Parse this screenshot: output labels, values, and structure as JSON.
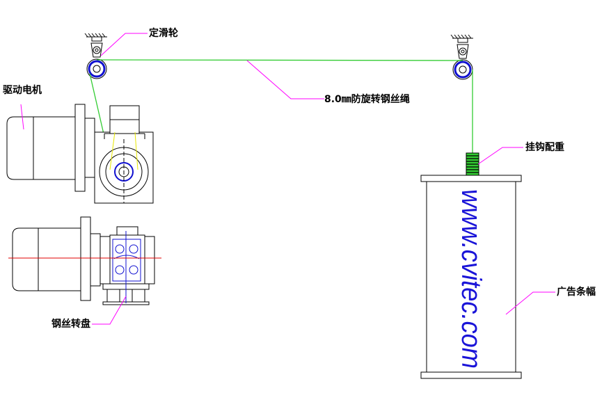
{
  "labels": {
    "fixed_pulley": "定滑轮",
    "drive_motor": "驱动电机",
    "wire_rope": "8.0㎜防旋转钢丝绳",
    "hook_weight": "挂钩配重",
    "wire_turntable": "钢丝转盘",
    "ad_banner": "广告条幅"
  },
  "banner_text": "www.cvitec.com",
  "colors": {
    "line": "#000000",
    "rope": "#33cc33",
    "leader": "#ff00ff",
    "pulley_ring": "#1010d0",
    "centerline": "#e00000",
    "belt": "#e8e800",
    "watermark": "#1a14d8"
  }
}
